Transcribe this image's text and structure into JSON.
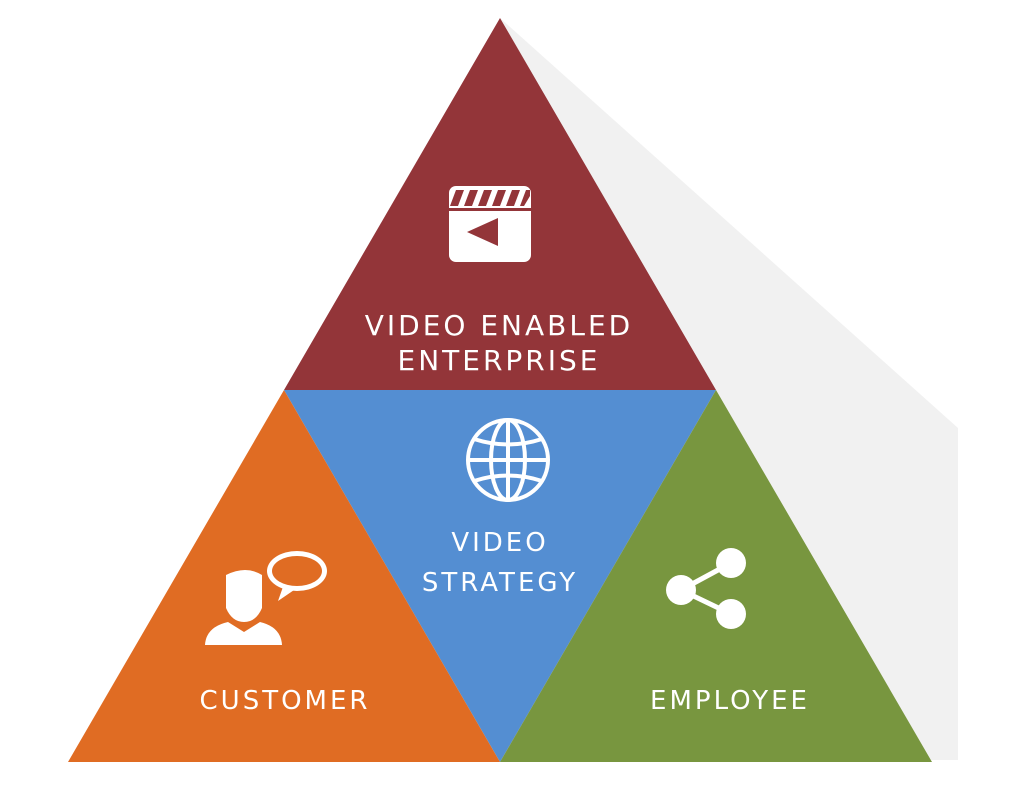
{
  "segments": {
    "top": {
      "lines": [
        "VIDEO ENABLED",
        "ENTERPRISE"
      ],
      "icon": "video-clapperboard-icon",
      "color": "#933539"
    },
    "center": {
      "lines": [
        "VIDEO",
        "STRATEGY"
      ],
      "icon": "globe-icon",
      "color": "#548ED2"
    },
    "left": {
      "label": "CUSTOMER",
      "icon": "person-chat-icon",
      "color": "#E06C23"
    },
    "right": {
      "label": "EMPLOYEE",
      "icon": "share-icon",
      "color": "#78963F"
    }
  }
}
